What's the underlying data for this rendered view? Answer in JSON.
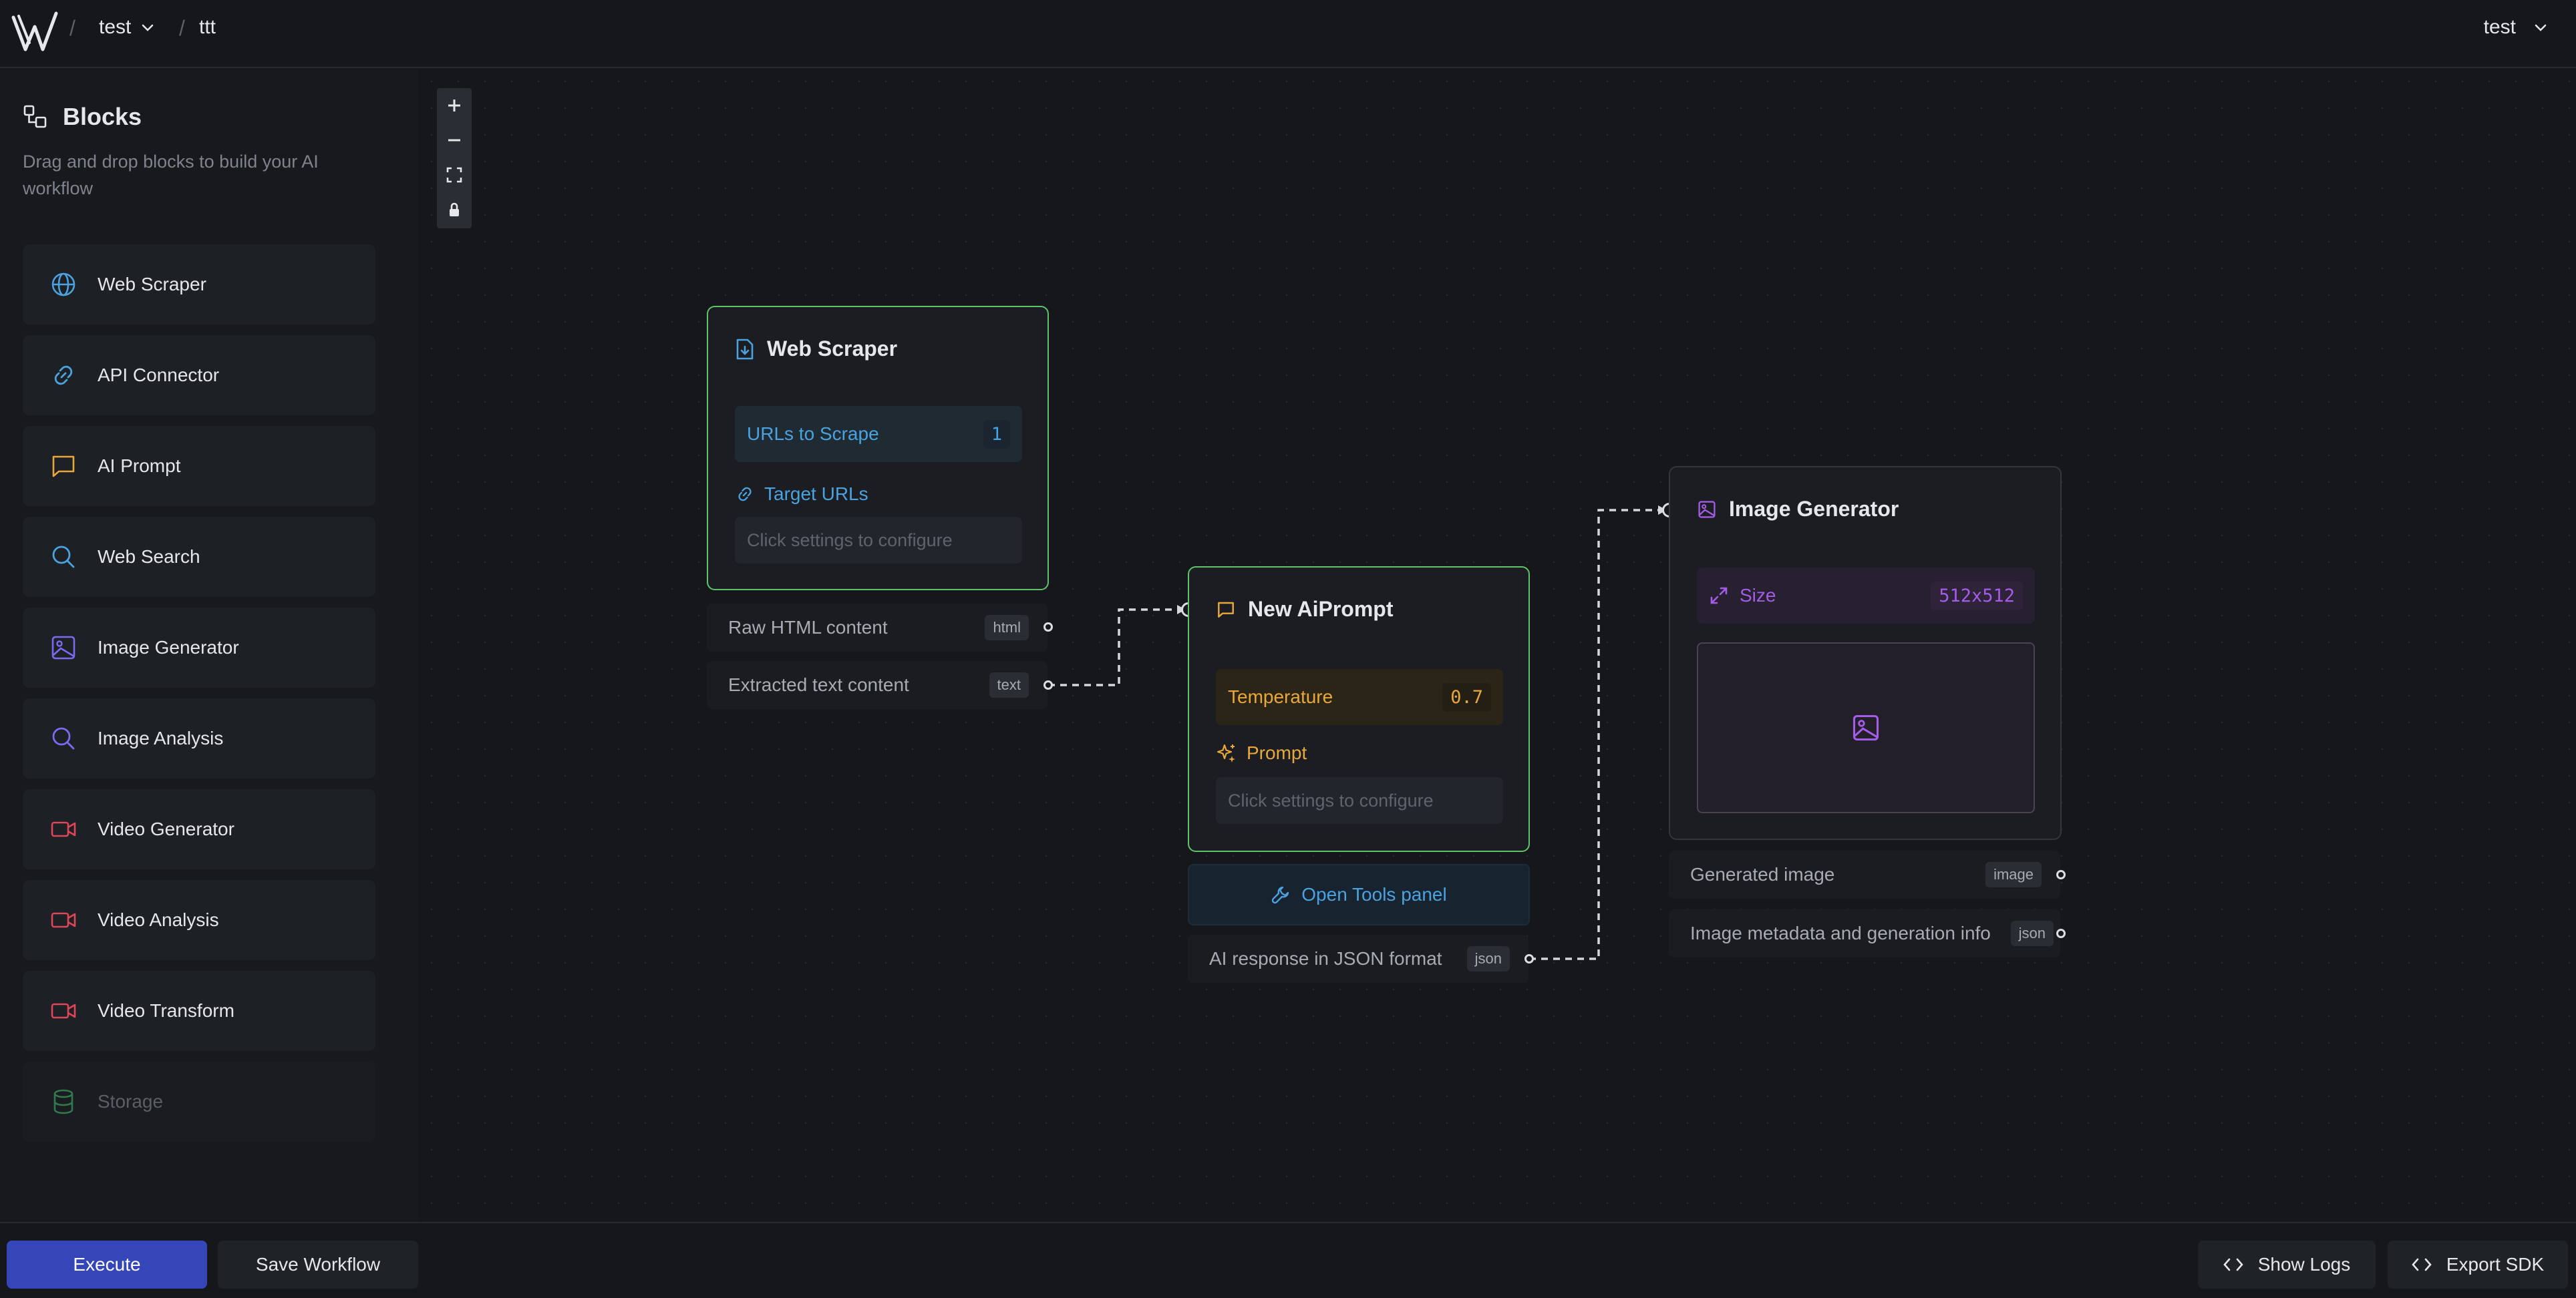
{
  "header": {
    "project": "test",
    "workflow": "ttt",
    "user": "test"
  },
  "sidebar": {
    "title": "Blocks",
    "description": "Drag and drop blocks to build your AI workflow",
    "items": [
      {
        "label": "Web Scraper",
        "icon": "globe-icon",
        "color": "#4aa3df"
      },
      {
        "label": "API Connector",
        "icon": "link-icon",
        "color": "#4aa3df"
      },
      {
        "label": "AI Prompt",
        "icon": "message-icon",
        "color": "#e8a83a"
      },
      {
        "label": "Web Search",
        "icon": "search-icon",
        "color": "#4aa3df"
      },
      {
        "label": "Image Generator",
        "icon": "image-icon",
        "color": "#7a6cf0"
      },
      {
        "label": "Image Analysis",
        "icon": "search-icon",
        "color": "#7a6cf0"
      },
      {
        "label": "Video Generator",
        "icon": "video-icon",
        "color": "#e0455a"
      },
      {
        "label": "Video Analysis",
        "icon": "video-icon",
        "color": "#e0455a"
      },
      {
        "label": "Video Transform",
        "icon": "video-icon",
        "color": "#e0455a"
      },
      {
        "label": "Storage",
        "icon": "database-icon",
        "color": "#2f7a4e"
      }
    ]
  },
  "nodes": {
    "web_scraper": {
      "title": "Web Scraper",
      "urls_label": "URLs to Scrape",
      "urls_count": "1",
      "target_label": "Target URLs",
      "hint": "Click settings to configure",
      "outputs": [
        {
          "label": "Raw HTML content",
          "tag": "html"
        },
        {
          "label": "Extracted text content",
          "tag": "text"
        }
      ]
    },
    "ai_prompt": {
      "title": "New AiPrompt",
      "temperature_label": "Temperature",
      "temperature_value": "0.7",
      "prompt_label": "Prompt",
      "hint": "Click settings to configure",
      "tools_button": "Open Tools panel",
      "outputs": [
        {
          "label": "AI response in JSON format",
          "tag": "json"
        }
      ]
    },
    "image_generator": {
      "title": "Image Generator",
      "size_label": "Size",
      "size_value": "512x512",
      "outputs": [
        {
          "label": "Generated image",
          "tag": "image"
        },
        {
          "label": "Image metadata and generation info",
          "tag": "json"
        }
      ]
    }
  },
  "footer": {
    "execute": "Execute",
    "save": "Save Workflow",
    "logs": "Show Logs",
    "export": "Export SDK"
  },
  "colors": {
    "accent_green": "#5ec46a",
    "blue": "#4aa3df",
    "orange": "#e8a83a",
    "purple": "#a55ce6",
    "primary_button": "#3446b8"
  }
}
